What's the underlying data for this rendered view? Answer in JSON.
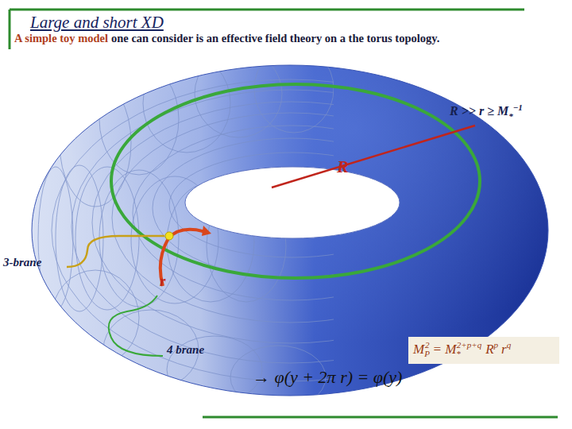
{
  "diagram": {
    "title": "Large and short XD",
    "labels": [
      "A simple toy model",
      "one can consider is an effective field theory on a the torus topology.",
      "R >> r ≥ M",
      "*",
      "−1",
      "R",
      "3-brane",
      "r",
      "4 brane",
      "M",
      "P",
      "2",
      "= M",
      "*",
      "2+p+q",
      "R",
      "p",
      "r",
      "q",
      "→ φ(y + 2π r) = φ(y)"
    ]
  }
}
